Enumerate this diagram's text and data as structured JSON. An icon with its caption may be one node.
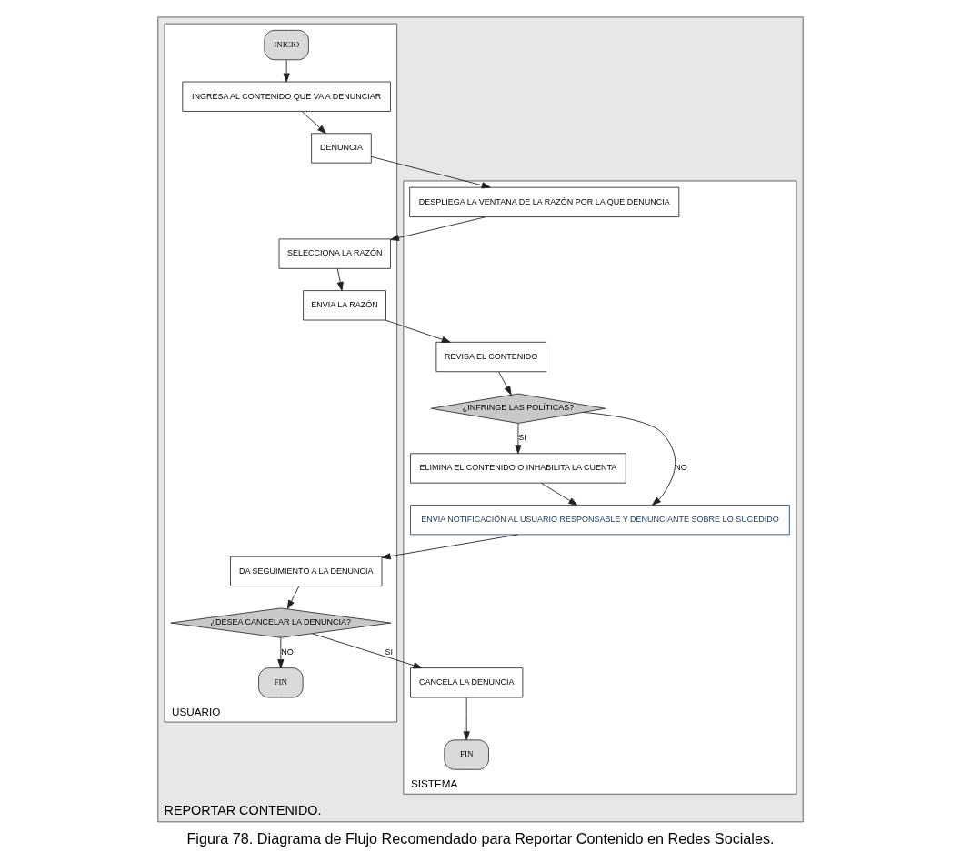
{
  "diagram": {
    "caption": "Figura 78. Diagrama de Flujo Recomendado para Reportar Contenido en Redes Sociales.",
    "nodes": [
      {
        "text": [
          "REPORTAR CONTENIDO."
        ]
      },
      {
        "text": [
          "USUARIO"
        ],
        "in": 0
      },
      {
        "text": [
          "SISTEMA"
        ],
        "in": 0
      },
      {
        "text": [
          "INICIO"
        ],
        "in": 1
      },
      {
        "text": [
          "INGRESA AL CONTENIDO QUE VA A DENUNCIAR"
        ],
        "in": 1
      },
      {
        "text": [
          "DENUNCIA"
        ],
        "in": 1
      },
      {
        "text": [
          "SELECCIONA LA RAZÓN"
        ],
        "in": 1
      },
      {
        "text": [
          "ENVIA LA RAZÓN"
        ],
        "in": 1
      },
      {
        "text": [
          "DA SEGUIMIENTO A LA DENUNCIA"
        ],
        "in": 1
      },
      {
        "text": [
          "¿DESEA CANCELAR LA DENUNCIA?"
        ],
        "in": 1
      },
      {
        "text": [
          "FIN"
        ],
        "in": 1
      },
      {
        "text": [
          "DESPLIEGA LA VENTANA DE LA RAZÓN POR LA QUE DENUNCIA"
        ],
        "in": 2
      },
      {
        "text": [
          "REVISA EL CONTENIDO"
        ],
        "in": 2
      },
      {
        "text": [
          "¿INFRINGE LAS POLÍTICAS?"
        ],
        "in": 2
      },
      {
        "text": [
          "ELIMINA EL CONTENIDO O INHABILITA LA CUENTA"
        ],
        "in": 2
      },
      {
        "text": [
          "ENVIA NOTIFICACIÓN AL USUARIO RESPONSABLE Y DENUNCIANTE SOBRE LO SUCEDIDO"
        ],
        "in": 2
      },
      {
        "text": [
          "CANCELA LA DENUNCIA"
        ],
        "in": 2
      },
      {
        "text": [
          "FIN"
        ],
        "in": 2
      }
    ],
    "edges": [
      {
        "from": 3,
        "to": 4,
        "arrow": "to"
      },
      {
        "from": 4,
        "to": 5,
        "arrow": "to"
      },
      {
        "from": 5,
        "to": 11,
        "arrow": "to"
      },
      {
        "from": 11,
        "to": 6,
        "arrow": "to"
      },
      {
        "from": 6,
        "to": 7,
        "arrow": "to"
      },
      {
        "from": 7,
        "to": 12,
        "arrow": "to"
      },
      {
        "from": 12,
        "to": 13,
        "arrow": "to"
      },
      {
        "from": 13,
        "to": 14,
        "arrow": "to",
        "label": "SI"
      },
      {
        "from": 13,
        "to": 15,
        "arrow": "to",
        "label": "NO"
      },
      {
        "from": 14,
        "to": 15,
        "arrow": "to"
      },
      {
        "from": 15,
        "to": 8,
        "arrow": "to"
      },
      {
        "from": 8,
        "to": 9,
        "arrow": "to"
      },
      {
        "from": 9,
        "to": 10,
        "arrow": "to",
        "label": "NO"
      },
      {
        "from": 9,
        "to": 16,
        "arrow": "to",
        "label": "SI"
      },
      {
        "from": 16,
        "to": 17,
        "arrow": "to"
      }
    ]
  }
}
